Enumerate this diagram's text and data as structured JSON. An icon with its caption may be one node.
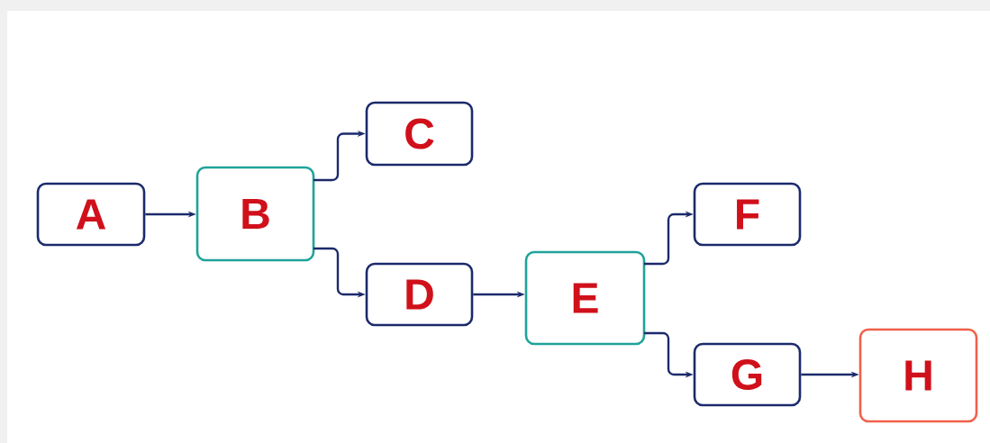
{
  "diagram": {
    "nodes": [
      {
        "text": [
          "A"
        ]
      },
      {
        "text": [
          "B"
        ]
      },
      {
        "text": [
          "C"
        ]
      },
      {
        "text": [
          "D"
        ]
      },
      {
        "text": [
          "E"
        ]
      },
      {
        "text": [
          "F"
        ]
      },
      {
        "text": [
          "G"
        ]
      },
      {
        "text": [
          "H"
        ]
      }
    ],
    "edges": [
      {
        "from": 0,
        "to": 1,
        "arrow": "to"
      },
      {
        "from": 1,
        "to": 2,
        "arrow": "to"
      },
      {
        "from": 1,
        "to": 3,
        "arrow": "to"
      },
      {
        "from": 3,
        "to": 4,
        "arrow": "to"
      },
      {
        "from": 4,
        "to": 5,
        "arrow": "to"
      },
      {
        "from": 4,
        "to": 6,
        "arrow": "to"
      },
      {
        "from": 6,
        "to": 7,
        "arrow": "to"
      }
    ]
  }
}
